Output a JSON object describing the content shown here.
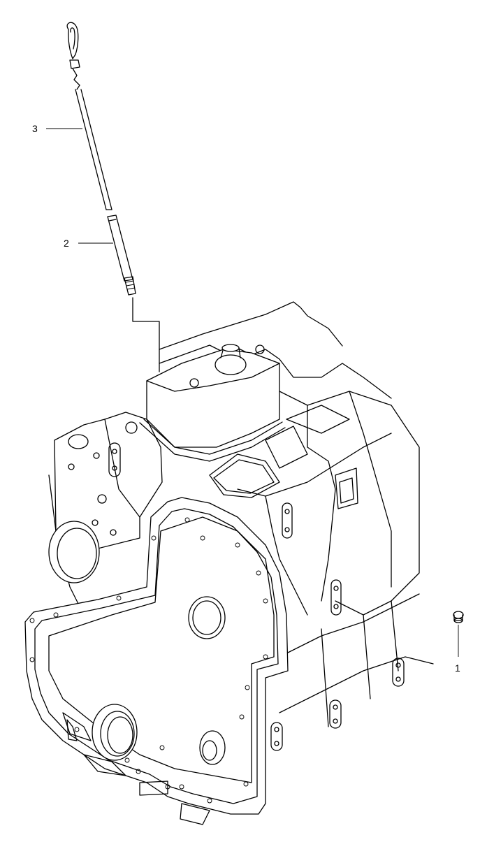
{
  "callouts": {
    "c1": "1",
    "c2": "2",
    "c3": "3"
  },
  "parts": [
    {
      "callout": "1",
      "icon": "bolt-icon"
    },
    {
      "callout": "2",
      "icon": "dipstick-tube-icon"
    },
    {
      "callout": "3",
      "icon": "dipstick-icon"
    }
  ]
}
